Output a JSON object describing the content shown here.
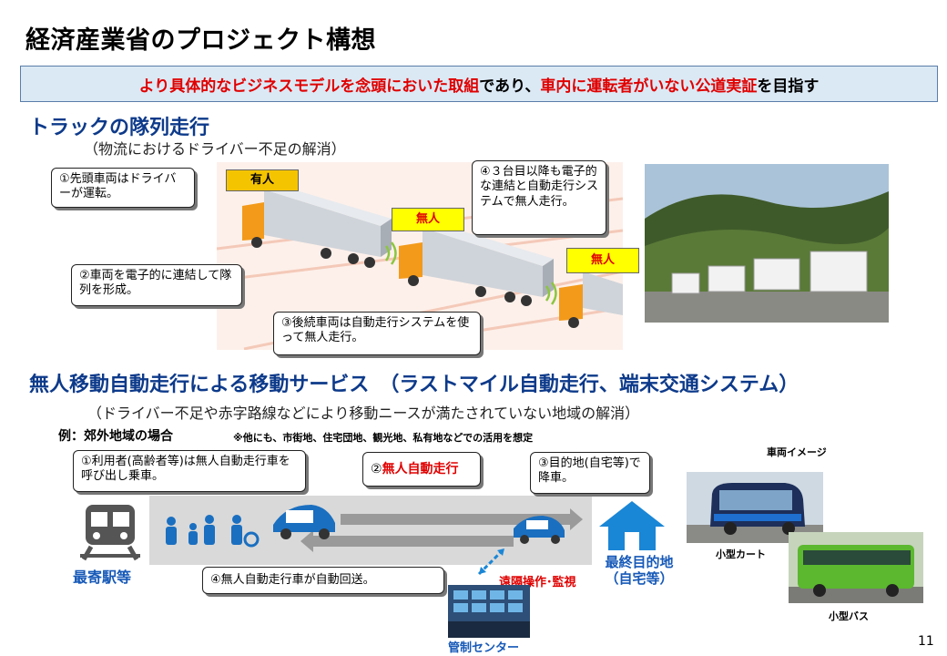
{
  "title": "経済産業省のプロジェクト構想",
  "banner": {
    "part1": "より具体的なビジネスモデルを念頭においた取組",
    "part2": "であり、",
    "part3": "車内に運転者がいない公道実証",
    "part4": "を目指す"
  },
  "truck": {
    "title": "トラックの隊列走行",
    "subtitle": "（物流におけるドライバー不足の解消）",
    "callout1": "①先頭車両はドライバーが運転。",
    "callout2": "②車両を電子的に連結して隊列を形成。",
    "callout3": "③後続車両は自動走行システムを使って無人走行。",
    "callout4": "④３台目以降も電子的な連結と自動走行システムで無人走行。",
    "tag_manned": "有人",
    "tag_unmanned1": "無人",
    "tag_unmanned2": "無人"
  },
  "mobility": {
    "title": "無人移動自動走行による移動サービス　（ラストマイル自動走行、端末交通システム）",
    "subtitle": "（ドライバー不足や赤字路線などにより移動ニースが満たされていない地域の解消）",
    "example": "例：郊外地域の場合",
    "note": "※他にも、市街地、住宅団地、観光地、私有地などでの活用を想定",
    "callout1": "①利用者(高齢者等)は無人自動走行車を呼び出し乗車。",
    "callout2_num": "②",
    "callout2_red": "無人自動走行",
    "callout3": "③目的地(自宅等)で降車。",
    "callout4": "④無人自動走行車が自動回送。",
    "station": "最寄駅等",
    "dest_line1": "最終目的地",
    "dest_line2": "（自宅等）",
    "remote": "遠隔操作･監視",
    "control": "管制センター",
    "vehicle_image": "車両イメージ",
    "cart": "小型カート",
    "bus": "小型バス"
  },
  "page_number": "11",
  "colors": {
    "blue": "#0d3a8a",
    "red": "#e00000",
    "banner_bg": "#dbe9f5",
    "house_blue": "#1a86d6",
    "road_gray": "#d9d9d9"
  }
}
